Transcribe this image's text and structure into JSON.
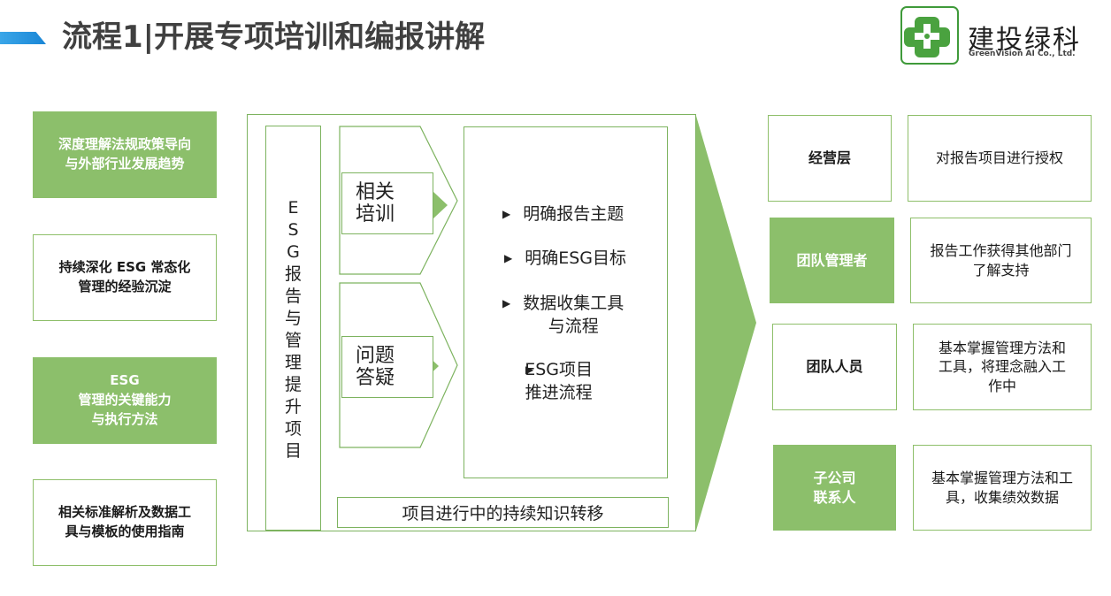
{
  "header": {
    "title": "流程1|开展专项培训和编报讲解",
    "logo_name": "建投绿科",
    "logo_sub": "GreenVision AI Co., Ltd.",
    "accent_color": "#2a95df"
  },
  "left_items": [
    {
      "text": "深度理解法规政策导向\n与外部行业发展趋势",
      "style": "green"
    },
    {
      "text": "持续深化 ESG 常态化\n管理的经验沉淀",
      "style": "white"
    },
    {
      "text": "ESG\n管理的关键能力\n与执行方法",
      "style": "green"
    },
    {
      "text": "相关标准解析及数据工\n具与模板的使用指南",
      "style": "white"
    }
  ],
  "center": {
    "vertical_title": [
      "E",
      "S",
      "G",
      "报",
      "告",
      "与",
      "管",
      "理",
      "提",
      "升",
      "项",
      "目"
    ],
    "labels": [
      "相关\n培训",
      "问题\n答疑"
    ],
    "bullets": [
      "明确报告主题",
      "明确ESG目标",
      "数据收集工具\n与流程",
      "ESG项目\n推进流程"
    ],
    "bottom_text": "项目进行中的持续知识转移"
  },
  "right_rows": [
    {
      "role": "经营层",
      "role_style": "white",
      "desc": "对报告项目进行授权"
    },
    {
      "role": "团队管理者",
      "role_style": "green",
      "desc": "报告工作获得其他部门\n了解支持"
    },
    {
      "role": "团队人员",
      "role_style": "white",
      "desc": "基本掌握管理方法和\n工具，将理念融入工\n作中"
    },
    {
      "role": "子公司\n联系人",
      "role_style": "green",
      "desc": "基本掌握管理方法和工\n具，收集绩效数据"
    }
  ],
  "colors": {
    "green": "#8cbf6b",
    "border": "#7db35f"
  }
}
